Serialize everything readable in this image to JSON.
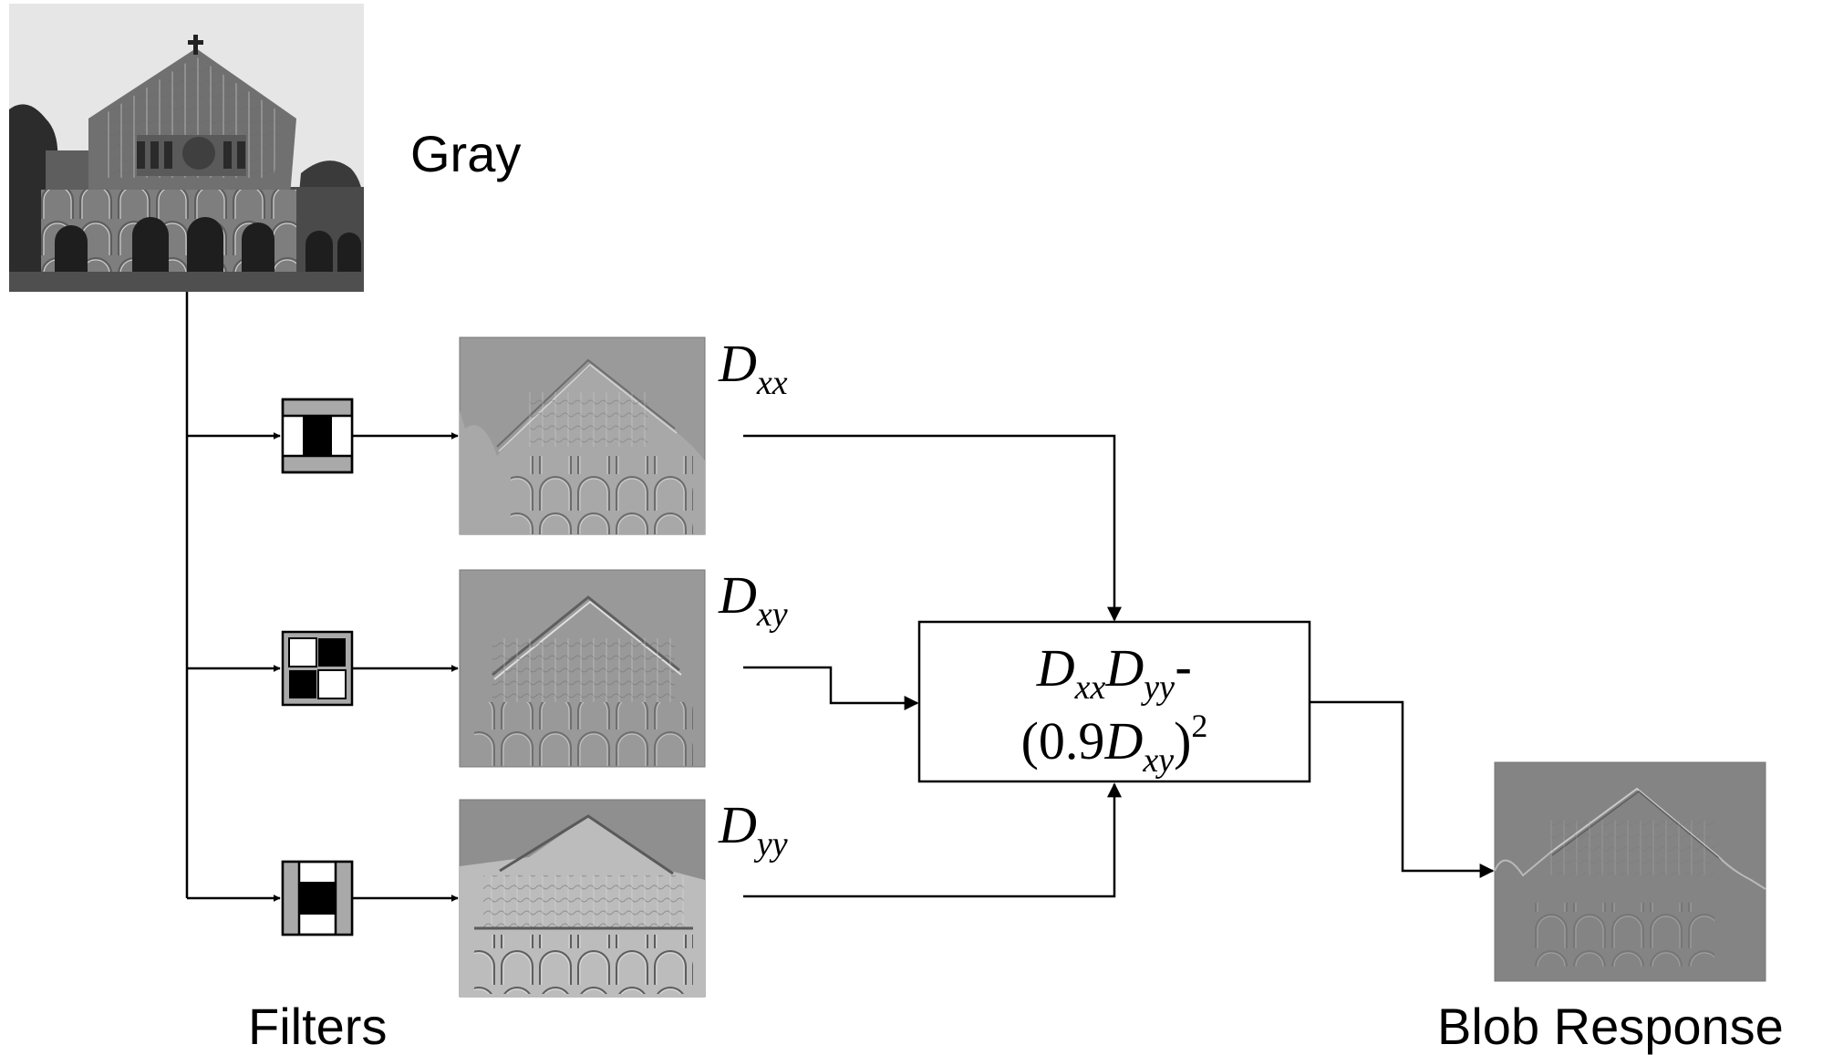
{
  "labels": {
    "gray": "Gray",
    "filters": "Filters",
    "blob_response": "Blob Response",
    "dxx_main": "D",
    "dxx_sub": "xx",
    "dxy_main": "D",
    "dxy_sub": "xy",
    "dyy_main": "D",
    "dyy_sub": "yy"
  },
  "formula": {
    "d1": "D",
    "s1": "xx",
    "d2": "D",
    "s2": "yy",
    "minus": "-",
    "open": "(0.9",
    "d3": "D",
    "s3": "xy",
    "close": ")",
    "exp": "2"
  },
  "colors": {
    "line": "#000000",
    "filter_gray": "#a9a9a9",
    "filter_black": "#000000",
    "filter_white": "#ffffff",
    "response_bg": "#848484"
  }
}
